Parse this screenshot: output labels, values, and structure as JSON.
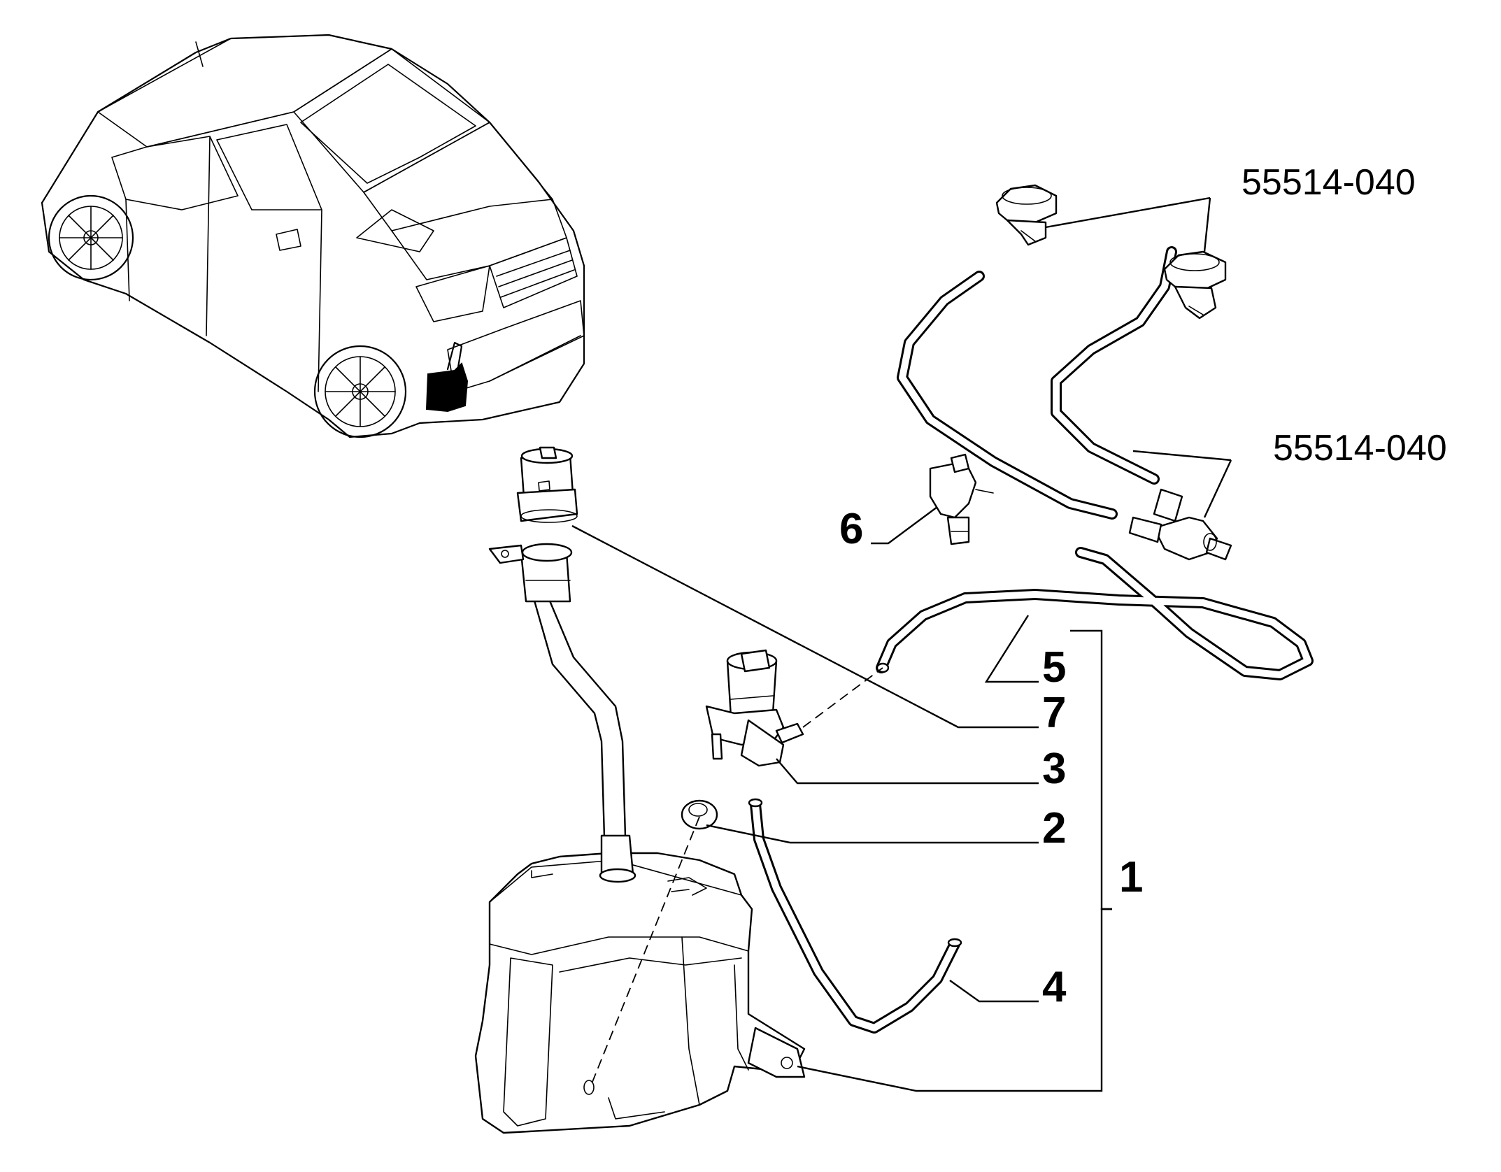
{
  "callouts": {
    "c1": "1",
    "c2": "2",
    "c3": "3",
    "c4": "4",
    "c5": "5",
    "c6": "6",
    "c7": "7"
  },
  "part_numbers": {
    "nozzles": "55514-040",
    "hoses": "55514-040"
  },
  "icons": [
    "car-icon",
    "washer-reservoir-icon",
    "filler-neck-icon",
    "filler-cap-icon",
    "washer-pump-icon",
    "grommet-icon",
    "hose-icon",
    "clip-icon",
    "spray-nozzle-icon",
    "hose-connector-icon"
  ]
}
